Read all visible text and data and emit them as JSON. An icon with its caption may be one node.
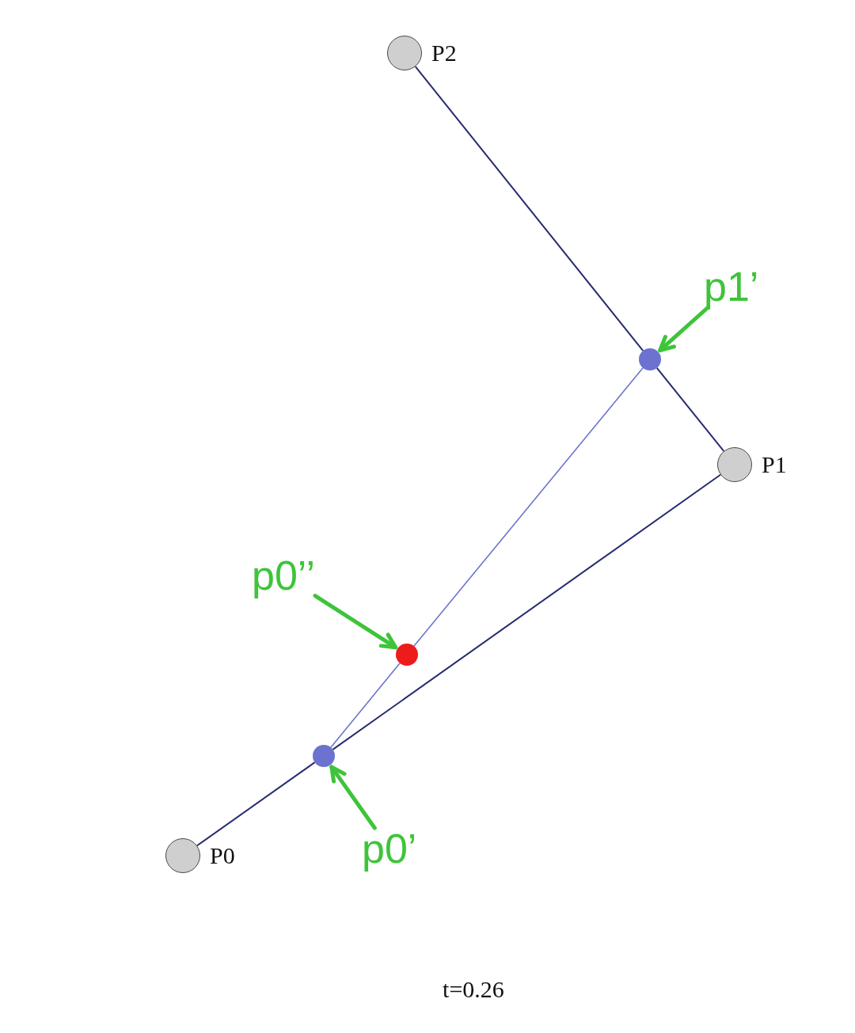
{
  "diagram": {
    "nodes": [
      {
        "text": [],
        "shape": "circle",
        "beside": [
          "P2"
        ]
      },
      {
        "text": [
          "p1’"
        ]
      },
      {
        "text": [],
        "shape": "circle"
      },
      {
        "text": [],
        "shape": "circle",
        "beside": [
          "P1"
        ]
      },
      {
        "text": [
          "p0’’"
        ]
      },
      {
        "text": [],
        "shape": "circle"
      },
      {
        "text": [],
        "shape": "circle"
      },
      {
        "text": [],
        "shape": "circle",
        "beside": [
          "P0"
        ]
      },
      {
        "text": [
          "p0’"
        ]
      }
    ],
    "edges": [
      {
        "from": 7,
        "to": 6,
        "arrow": "none"
      },
      {
        "from": 6,
        "to": 3,
        "arrow": "none"
      },
      {
        "from": 3,
        "to": 2,
        "arrow": "none"
      },
      {
        "from": 2,
        "to": 0,
        "arrow": "none"
      },
      {
        "from": 6,
        "to": 5,
        "arrow": "none",
        "color": "#6b74cc"
      },
      {
        "from": 5,
        "to": 2,
        "arrow": "none",
        "color": "#6b74cc"
      },
      {
        "from": 1,
        "to": 2,
        "arrow": "to",
        "style": "thick",
        "color": "#3ec43a"
      },
      {
        "from": 4,
        "to": 5,
        "arrow": "to",
        "style": "thick",
        "color": "#3ec43a"
      },
      {
        "from": 8,
        "to": 6,
        "arrow": "to",
        "style": "thick",
        "color": "#3ec43a"
      }
    ],
    "labels": [
      "t=0.26"
    ]
  }
}
